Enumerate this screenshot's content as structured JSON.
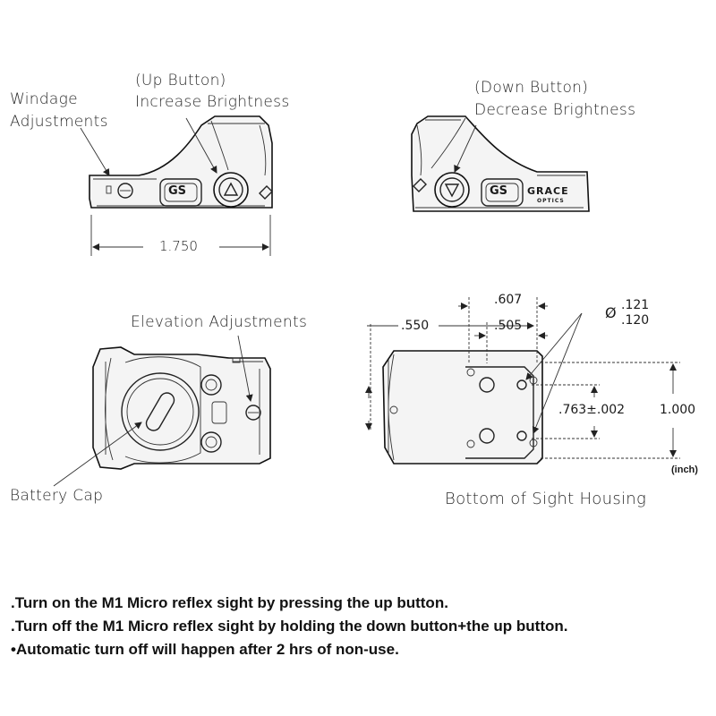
{
  "views": {
    "left_side": {
      "windage_label": [
        "Windage",
        "Adjustments"
      ],
      "up_button_label": [
        "(Up Button)",
        "Increase Brightness"
      ],
      "length_dim": "1.750",
      "logo_text": "GS"
    },
    "right_side": {
      "down_button_label": [
        "(Down Button)",
        "Decrease Brightness"
      ],
      "brand_name": "GRACE",
      "brand_sub": "OPTICS",
      "logo_text": "GS"
    },
    "top_view": {
      "elevation_label": "Elevation Adjustments",
      "battery_label": "Battery Cap"
    },
    "bottom_view": {
      "title": "Bottom of Sight Housing",
      "dims": {
        "d607": ".607",
        "d550": ".550",
        "d505": ".505",
        "dia_symbol": "Ø",
        "dia_121": ".121",
        "dia_120": ".120",
        "d763": ".763±.002",
        "d1000": "1.000"
      },
      "unit": "(inch)"
    }
  },
  "notes": [
    ".Turn on the M1 Micro reflex sight by pressing the up button.",
    ".Turn off the M1 Micro reflex sight by holding the down button+the up button.",
    "•Automatic turn off will happen after 2 hrs of non-use."
  ]
}
